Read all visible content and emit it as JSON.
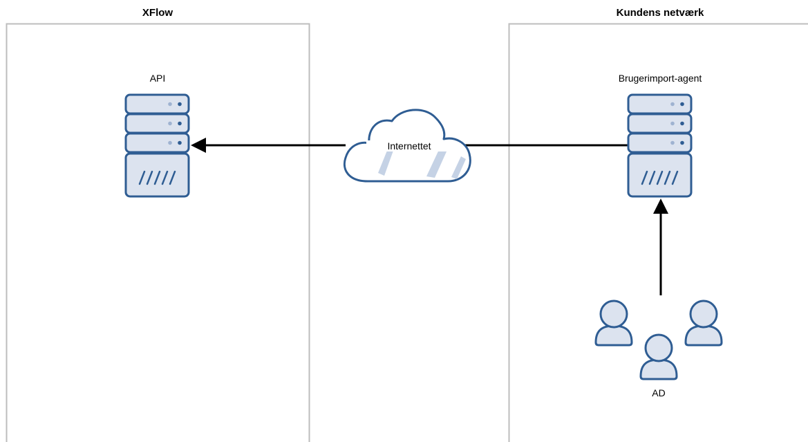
{
  "containers": {
    "left": {
      "title": "XFlow"
    },
    "right": {
      "title": "Kundens netværk"
    }
  },
  "nodes": {
    "api": {
      "label": "API",
      "icon": "server-icon"
    },
    "cloud": {
      "label": "Internettet",
      "icon": "cloud-icon"
    },
    "agent": {
      "label": "Brugerimport-agent",
      "icon": "server-icon"
    },
    "ad": {
      "label": "AD",
      "icon": "users-group-icon"
    }
  },
  "edges": [
    {
      "from": "agent",
      "to": "api",
      "via": "cloud",
      "arrow": "api"
    },
    {
      "from": "ad",
      "to": "agent",
      "arrow": "agent"
    }
  ],
  "colors": {
    "icon_stroke": "#2f5d93",
    "icon_fill": "#dce3ef",
    "icon_stripe": "#b7c6dc",
    "container_border": "#bdbdbd",
    "connector": "#000000"
  }
}
